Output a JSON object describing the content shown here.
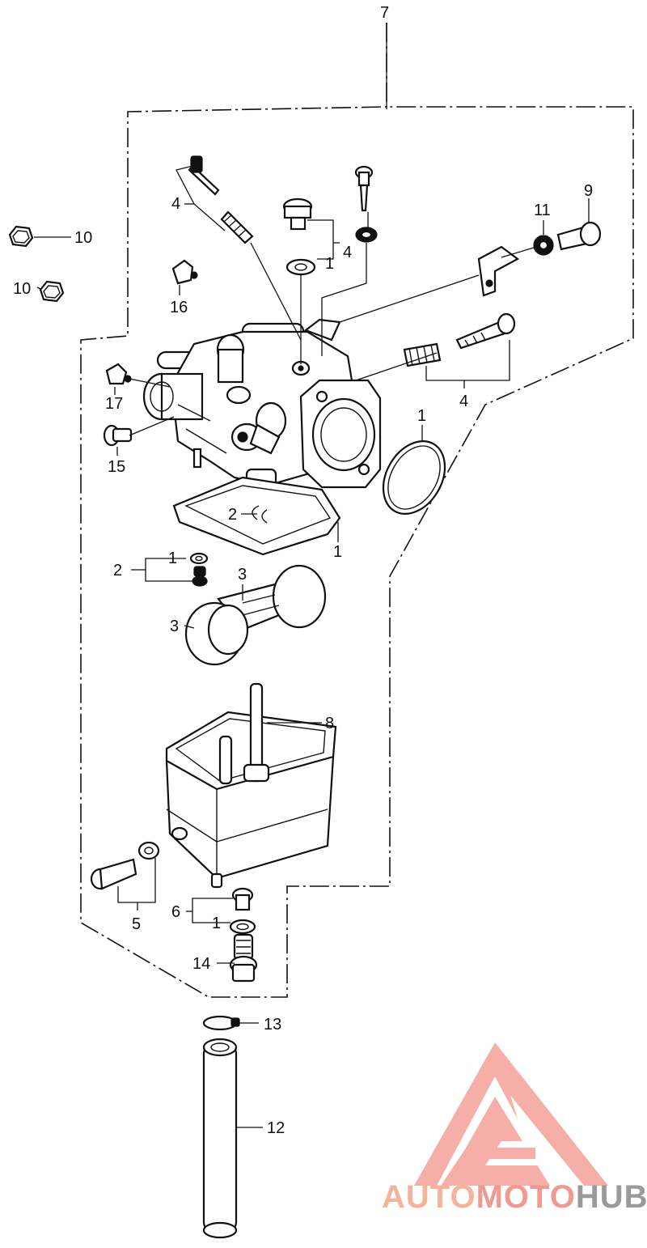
{
  "callouts": {
    "c7": "7",
    "c4a": "4",
    "c4b": "4",
    "c1a": "1",
    "c9": "9",
    "c11": "11",
    "c10a": "10",
    "c10b": "10",
    "c16": "16",
    "c17": "17",
    "c15": "15",
    "c4c": "4",
    "c1b": "1",
    "c2a": "2",
    "c1c": "1",
    "c2b": "2",
    "c1d": "1",
    "c3a": "3",
    "c3b": "3",
    "c8": "8",
    "c5": "5",
    "c6": "6",
    "c1e": "1",
    "c14": "14",
    "c13": "13",
    "c12": "12"
  },
  "watermark": {
    "part1": "AUTO",
    "part2": "MOTO",
    "part3": "HUB"
  },
  "colors": {
    "line": "#111111",
    "watermark_orange": "#f5b49a",
    "watermark_red": "#ef9a90",
    "watermark_gray": "#9a9a9a",
    "logo_fill": "#f4a19a"
  }
}
